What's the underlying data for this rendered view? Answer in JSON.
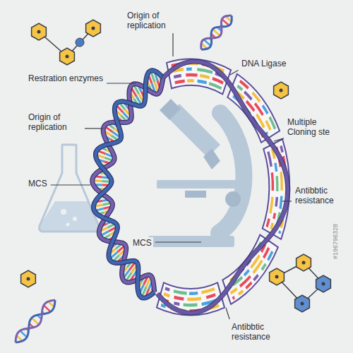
{
  "diagram": {
    "labels": [
      "Origin of replication",
      "Restration enzymes",
      "Origin of replication",
      "MCS",
      "MCS",
      "DNA Ligase",
      "Multiple Cloning ste",
      "Antibbtic resistance",
      "Antibbtic resistance",
      "#196796328"
    ]
  }
}
